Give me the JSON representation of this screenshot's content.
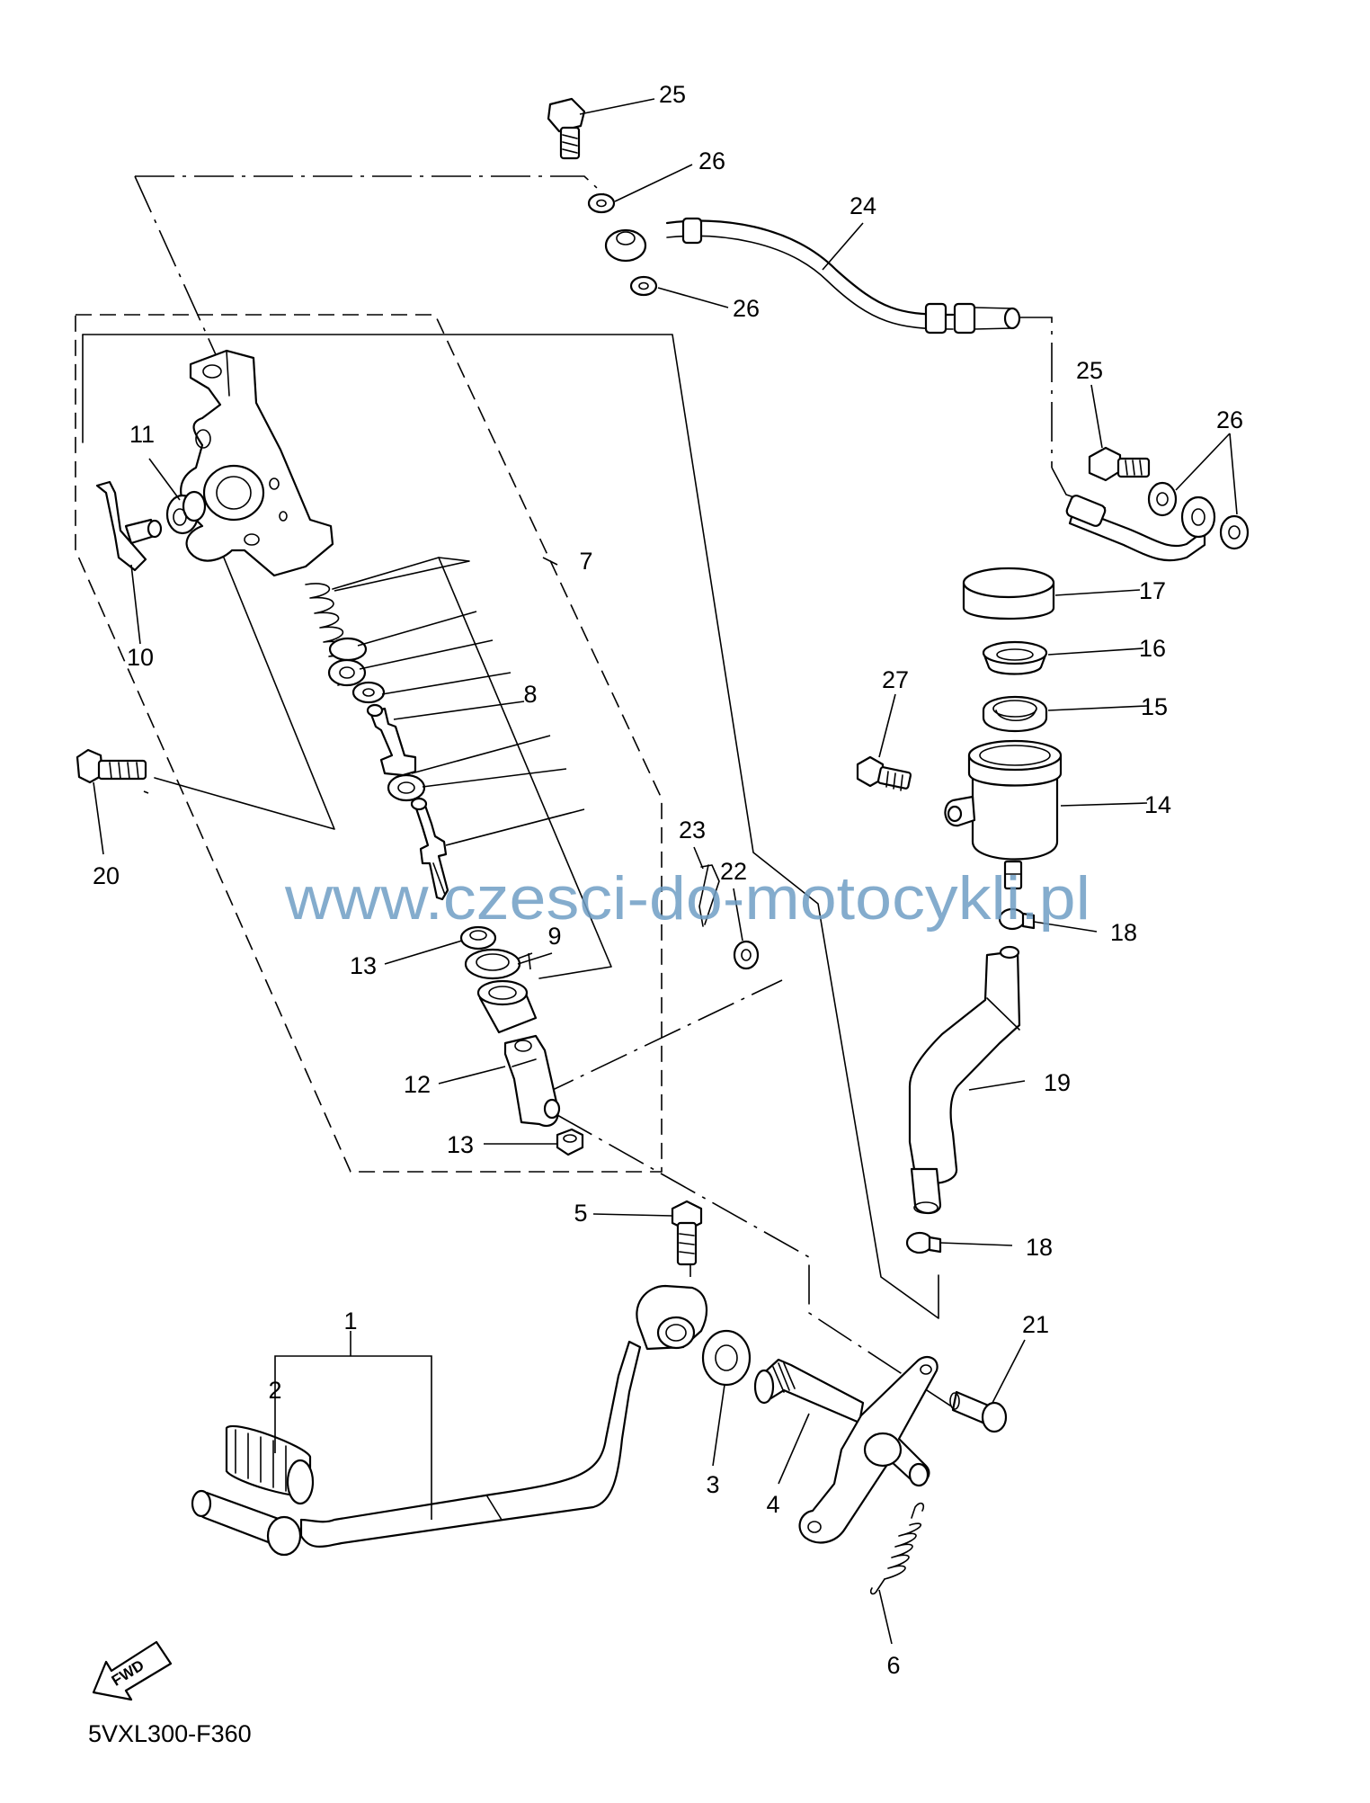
{
  "diagram": {
    "code": "5VXL300-F360",
    "watermark": "www.czesci-do-motocykli.pl",
    "fwd_label": "FWD",
    "callouts": {
      "c1": "1",
      "c2": "2",
      "c3": "3",
      "c4": "4",
      "c5": "5",
      "c6": "6",
      "c7": "7",
      "c8": "8",
      "c9": "9",
      "c10": "10",
      "c11": "11",
      "c12": "12",
      "c13a": "13",
      "c13b": "13",
      "c14": "14",
      "c15": "15",
      "c16": "16",
      "c17": "17",
      "c18a": "18",
      "c18b": "18",
      "c19": "19",
      "c20": "20",
      "c21": "21",
      "c22": "22",
      "c23": "23",
      "c24": "24",
      "c25a": "25",
      "c25b": "25",
      "c26a": "26",
      "c26b": "26",
      "c26c": "26",
      "c27": "27"
    }
  }
}
